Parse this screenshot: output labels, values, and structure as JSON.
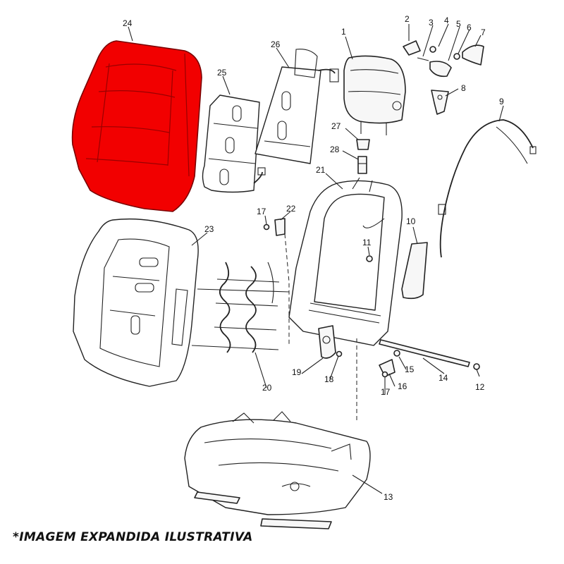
{
  "diagram": {
    "highlight_color": "#f20000",
    "highlighted_part": "24",
    "labels": {
      "p1": "1",
      "p2": "2",
      "p3": "3",
      "p4": "4",
      "p5": "5",
      "p6": "6",
      "p7": "7",
      "p8": "8",
      "p9": "9",
      "p10": "10",
      "p11": "11",
      "p12": "12",
      "p13": "13",
      "p14": "14",
      "p15": "15",
      "p16": "16",
      "p17a": "17",
      "p17b": "17",
      "p18": "18",
      "p19": "19",
      "p20": "20",
      "p21": "21",
      "p22": "22",
      "p23": "23",
      "p24": "24",
      "p25": "25",
      "p26": "26",
      "p27": "27",
      "p28": "28"
    }
  },
  "caption": "*IMAGEM EXPANDIDA ILUSTRATIVA"
}
